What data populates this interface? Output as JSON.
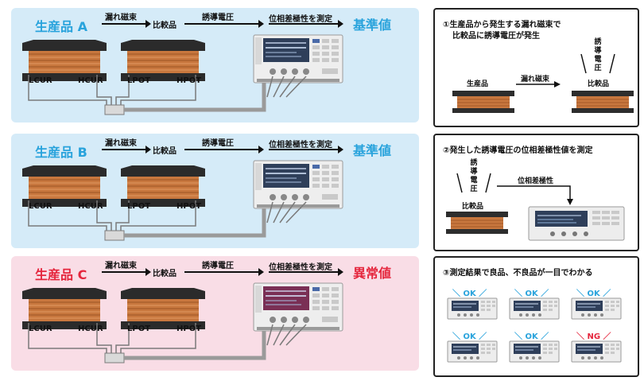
{
  "panels": [
    {
      "title": "生産品 A",
      "title_color": "#29a3dc",
      "bg": "#d5ebf8",
      "arrow_1": "漏れ磁束",
      "compare": "比較品",
      "arrow_2": "誘導電圧",
      "arrow_3": "位相差極性を測定",
      "result": "基準値",
      "result_color": "#29a3dc",
      "screen_color": "#2f3f5a",
      "terminals": [
        "LCUR",
        "HCUR",
        "LPOT",
        "HPOT"
      ]
    },
    {
      "title": "生産品 B",
      "title_color": "#29a3dc",
      "bg": "#d5ebf8",
      "arrow_1": "漏れ磁束",
      "compare": "比較品",
      "arrow_2": "誘導電圧",
      "arrow_3": "位相差極性を測定",
      "result": "基準値",
      "result_color": "#29a3dc",
      "screen_color": "#2f3f5a",
      "terminals": [
        "LCUR",
        "HCUR",
        "LPOT",
        "HPOT"
      ]
    },
    {
      "title": "生産品 C",
      "title_color": "#e5263d",
      "bg": "#f9dde6",
      "arrow_1": "漏れ磁束",
      "compare": "比較品",
      "arrow_2": "誘導電圧",
      "arrow_3": "位相差極性を測定",
      "result": "異常値",
      "result_color": "#e5263d",
      "screen_color": "#7a2f55",
      "terminals": [
        "LCUR",
        "HCUR",
        "LPOT",
        "HPOT"
      ]
    }
  ],
  "box1": {
    "title_line1": "①生産品から発生する漏れ磁束で",
    "title_line2": "比較品に誘導電圧が発生",
    "vertical": "誘導電圧",
    "label_left": "生産品",
    "arrow": "漏れ磁束",
    "label_right": "比較品"
  },
  "box2": {
    "title": "②発生した誘導電圧の位相差極性値を測定",
    "vertical": "誘導電圧",
    "arrow": "位相差極性",
    "label": "比較品"
  },
  "box3": {
    "title": "③測定結果で良品、不良品が一目でわかる",
    "results": [
      {
        "text": "OK",
        "color": "#29a3dc"
      },
      {
        "text": "OK",
        "color": "#29a3dc"
      },
      {
        "text": "OK",
        "color": "#29a3dc"
      },
      {
        "text": "OK",
        "color": "#29a3dc"
      },
      {
        "text": "OK",
        "color": "#29a3dc"
      },
      {
        "text": "NG",
        "color": "#e5263d"
      }
    ]
  }
}
